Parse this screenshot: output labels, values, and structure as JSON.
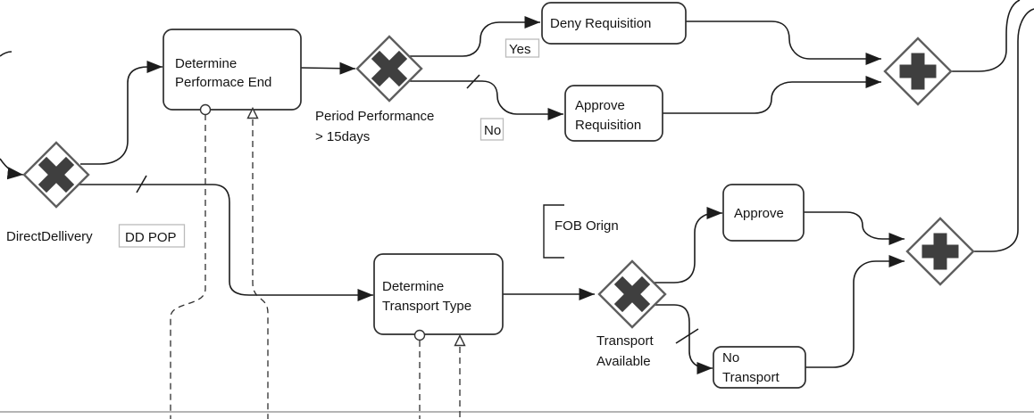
{
  "tasks": {
    "determine_performance_end": {
      "line1": "Determine",
      "line2": "Performace End"
    },
    "deny_requisition": {
      "line1": "Deny Requisition"
    },
    "approve_requisition": {
      "line1": "Approve",
      "line2": "Requisition"
    },
    "determine_transport_type": {
      "line1": "Determine",
      "line2": "Transport Type"
    },
    "approve": {
      "line1": "Approve"
    },
    "no_transport": {
      "line1": "No",
      "line2": "Transport"
    }
  },
  "gateways": {
    "direct_delivery": {
      "kind": "exclusive",
      "label": "DirectDellivery"
    },
    "period_performance": {
      "kind": "exclusive",
      "label1": "Period Performance",
      "label2": "> 15days"
    },
    "transport_available": {
      "kind": "exclusive",
      "label1": "Transport",
      "label2": "Available"
    },
    "merge_requisition": {
      "kind": "parallel"
    },
    "merge_transport": {
      "kind": "parallel"
    }
  },
  "flow_labels": {
    "yes": "Yes",
    "no": "No",
    "dd_pop": "DD POP"
  },
  "annotations": {
    "fob_origin": "FOB Orign"
  },
  "colors": {
    "flow_line": "#1c1c1c",
    "gateway_border": "#5f5f5f",
    "gateway_symbol": "#3f3f3f",
    "task_border": "#2e2e2e",
    "label_box_border": "#bbbbbb",
    "lane_divider": "#9c9c9c",
    "background": "#ffffff"
  }
}
